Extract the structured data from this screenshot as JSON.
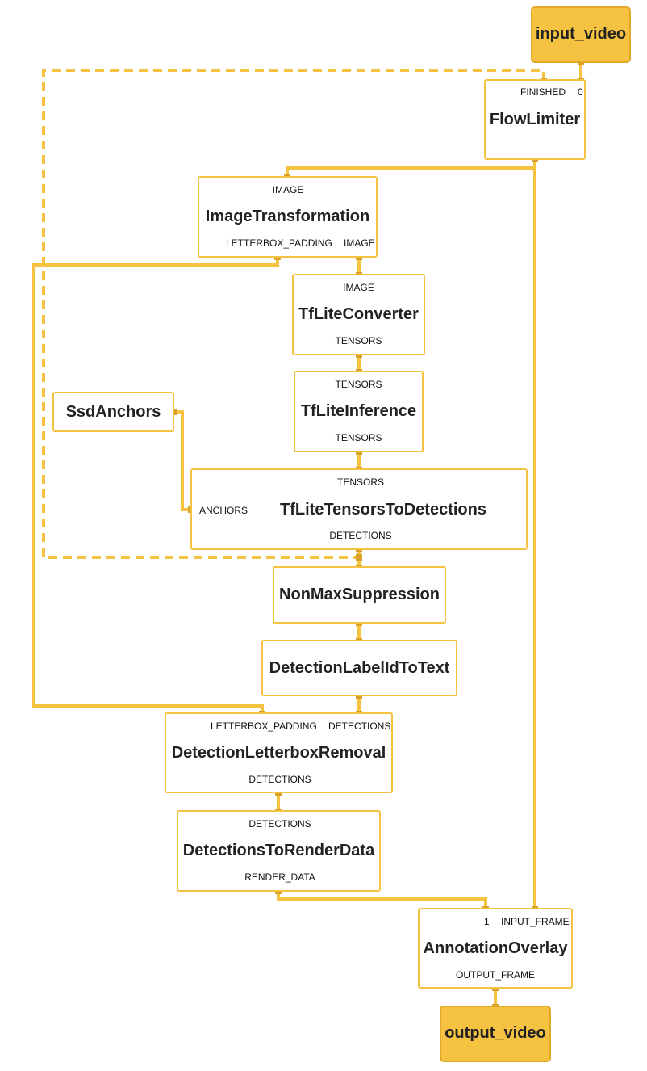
{
  "colors": {
    "edge": "#f5c242",
    "port": "#d8a22a",
    "io_fill": "#f5c242"
  },
  "nodes": {
    "input_video": {
      "title": "input_video"
    },
    "flow_limiter": {
      "title": "FlowLimiter",
      "in_finished": "FINISHED",
      "in_0": "0"
    },
    "image_transformation": {
      "title": "ImageTransformation",
      "in_image": "IMAGE",
      "out_letterbox": "LETTERBOX_PADDING",
      "out_image": "IMAGE"
    },
    "tflite_converter": {
      "title": "TfLiteConverter",
      "in_image": "IMAGE",
      "out_tensors": "TENSORS"
    },
    "tflite_inference": {
      "title": "TfLiteInference",
      "in_tensors": "TENSORS",
      "out_tensors": "TENSORS"
    },
    "ssd_anchors": {
      "title": "SsdAnchors"
    },
    "tensors_to_detections": {
      "title": "TfLiteTensorsToDetections",
      "in_tensors": "TENSORS",
      "in_anchors": "ANCHORS",
      "out_detections": "DETECTIONS"
    },
    "non_max_suppression": {
      "title": "NonMaxSuppression"
    },
    "label_id_to_text": {
      "title": "DetectionLabelIdToText"
    },
    "letterbox_removal": {
      "title": "DetectionLetterboxRemoval",
      "in_letterbox": "LETTERBOX_PADDING",
      "in_detections": "DETECTIONS",
      "out_detections": "DETECTIONS"
    },
    "to_render_data": {
      "title": "DetectionsToRenderData",
      "in_detections": "DETECTIONS",
      "out_render": "RENDER_DATA"
    },
    "annotation_overlay": {
      "title": "AnnotationOverlay",
      "in_1": "1",
      "in_frame": "INPUT_FRAME",
      "out_frame": "OUTPUT_FRAME"
    },
    "output_video": {
      "title": "output_video"
    }
  }
}
